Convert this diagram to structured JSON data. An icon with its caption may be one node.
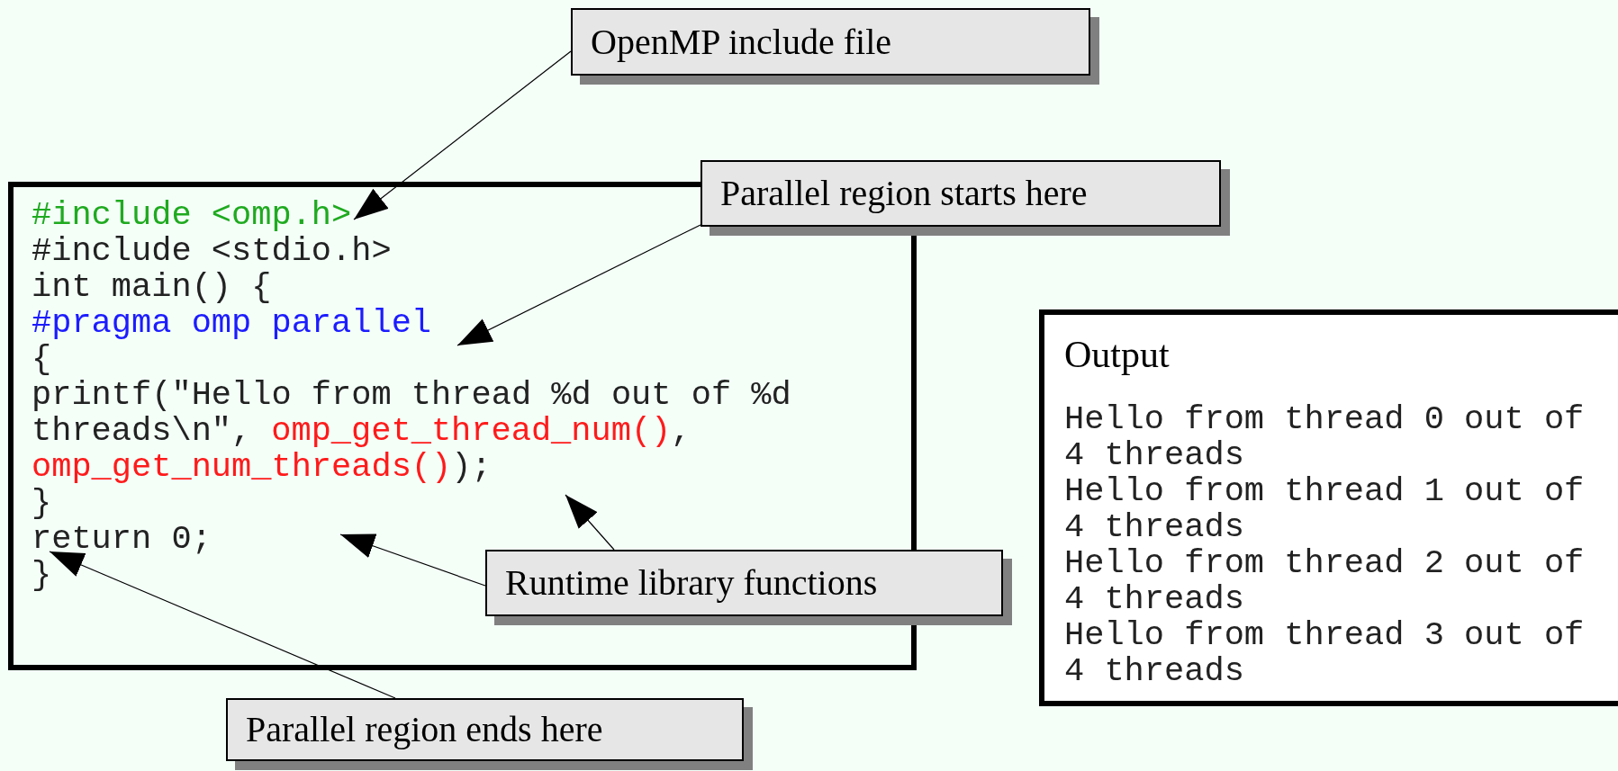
{
  "diagram": {
    "nodes": [
      {
        "text": [
          "OpenMP include file"
        ]
      },
      {
        "text": [
          "#include <omp.h>",
          "#include <stdio.h>",
          "int main() {",
          "#pragma omp parallel",
          "{",
          "printf(\"Hello from thread %d out of %d",
          "threads\\n\",",
          "omp_get_thread_num()",
          ",",
          "omp_get_num_threads()",
          ");",
          "}",
          "return 0;",
          "}"
        ]
      },
      {
        "text": [
          "Parallel region starts here"
        ]
      },
      {
        "text": [
          "Runtime library functions"
        ]
      },
      {
        "text": [
          "Parallel region ends here"
        ]
      },
      {
        "text": [
          "Output",
          "Hello from thread 0 out of 4 threads",
          "Hello from thread 1 out of 4 threads",
          "Hello from thread 2 out of 4 threads",
          "Hello from thread 3 out of 4 threads"
        ]
      }
    ],
    "edges": [
      {
        "from": 0,
        "to": 1,
        "arrow": "to"
      },
      {
        "from": 2,
        "to": 1,
        "arrow": "to"
      },
      {
        "from": 3,
        "to": 1,
        "arrow": "to"
      },
      {
        "from": 3,
        "to": 1,
        "arrow": "to"
      },
      {
        "from": 4,
        "to": 1,
        "arrow": "to"
      }
    ]
  }
}
